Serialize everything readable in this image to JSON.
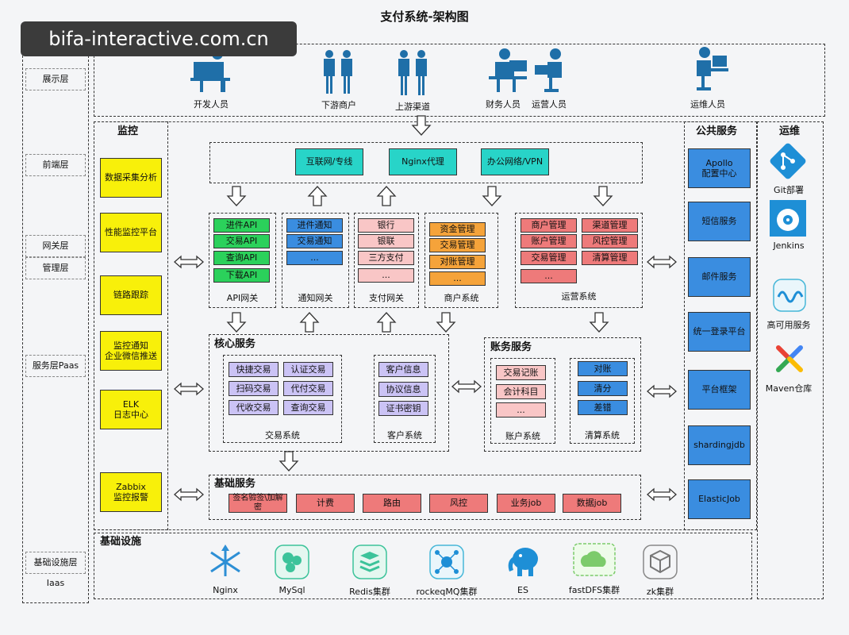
{
  "title": "支付系统-架构图",
  "watermark": "bifa-interactive.com.cn",
  "layers": [
    "展示层",
    "前端层",
    "网关层",
    "管理层",
    "服务层Paas",
    "基础设施层Iaas"
  ],
  "personas": [
    "开发人员",
    "下游商户",
    "上游渠道",
    "财务人员",
    "运营人员",
    "运维人员"
  ],
  "access": [
    "互联网/专线",
    "Nginx代理",
    "办公网络/VPN"
  ],
  "monitor": {
    "title": "监控",
    "items": [
      "数据采集分析",
      "性能监控平台",
      "链路跟踪",
      "监控通知\n企业微信推送",
      "ELK\n日志中心",
      "Zabbix\n监控报警"
    ]
  },
  "api_gw": {
    "items": [
      "进件API",
      "交易API",
      "查询API",
      "下载API"
    ],
    "label": "API网关"
  },
  "notify_gw": {
    "items": [
      "进件通知",
      "交易通知",
      "..."
    ],
    "label": "通知网关"
  },
  "pay_gw": {
    "items": [
      "银行",
      "银联",
      "三方支付",
      "..."
    ],
    "label": "支付网关"
  },
  "merchant": {
    "items": [
      "资金管理",
      "交易管理",
      "对账管理",
      "..."
    ],
    "label": "商户系统"
  },
  "ops": {
    "items": [
      "商户管理",
      "渠道管理",
      "账户管理",
      "风控管理",
      "交易管理",
      "清算管理",
      "..."
    ],
    "label": "运营系统"
  },
  "core": {
    "title": "核心服务",
    "trade": {
      "items": [
        "快捷交易",
        "认证交易",
        "扫码交易",
        "代付交易",
        "代收交易",
        "查询交易"
      ],
      "label": "交易系统"
    },
    "customer": {
      "items": [
        "客户信息",
        "协议信息",
        "证书密钥"
      ],
      "label": "客户系统"
    }
  },
  "account_svc": {
    "title": "账务服务",
    "account": {
      "items": [
        "交易记账",
        "会计科目",
        "..."
      ],
      "label": "账户系统"
    },
    "clear": {
      "items": [
        "对账",
        "清分",
        "差错"
      ],
      "label": "清算系统"
    }
  },
  "base_svc": {
    "title": "基础服务",
    "items": [
      "签名验签\\加解密",
      "计费",
      "路由",
      "风控",
      "业务job",
      "数据job"
    ]
  },
  "public_svc": {
    "title": "公共服务",
    "items": [
      "Apollo\n配置中心",
      "短信服务",
      "邮件服务",
      "统一登录平台",
      "平台框架",
      "shardingjdb",
      "ElasticJob"
    ]
  },
  "devops": {
    "title": "运维",
    "items": [
      "Git部署",
      "Jenkins",
      "高可用服务",
      "Maven仓库"
    ]
  },
  "infra": {
    "title": "基础设施",
    "items": [
      "Nginx",
      "MySql",
      "Redis集群",
      "rockeqMQ集群",
      "ES",
      "fastDFS集群",
      "zk集群"
    ]
  },
  "colors": {
    "green": "#2bd15b",
    "blue": "#3a8de0",
    "pink": "#f9c6c6",
    "orange": "#f5a33a",
    "red": "#ee7a7a",
    "purple": "#cbc3f5",
    "yellow": "#f8f00a",
    "teal": "#28d4c8"
  }
}
